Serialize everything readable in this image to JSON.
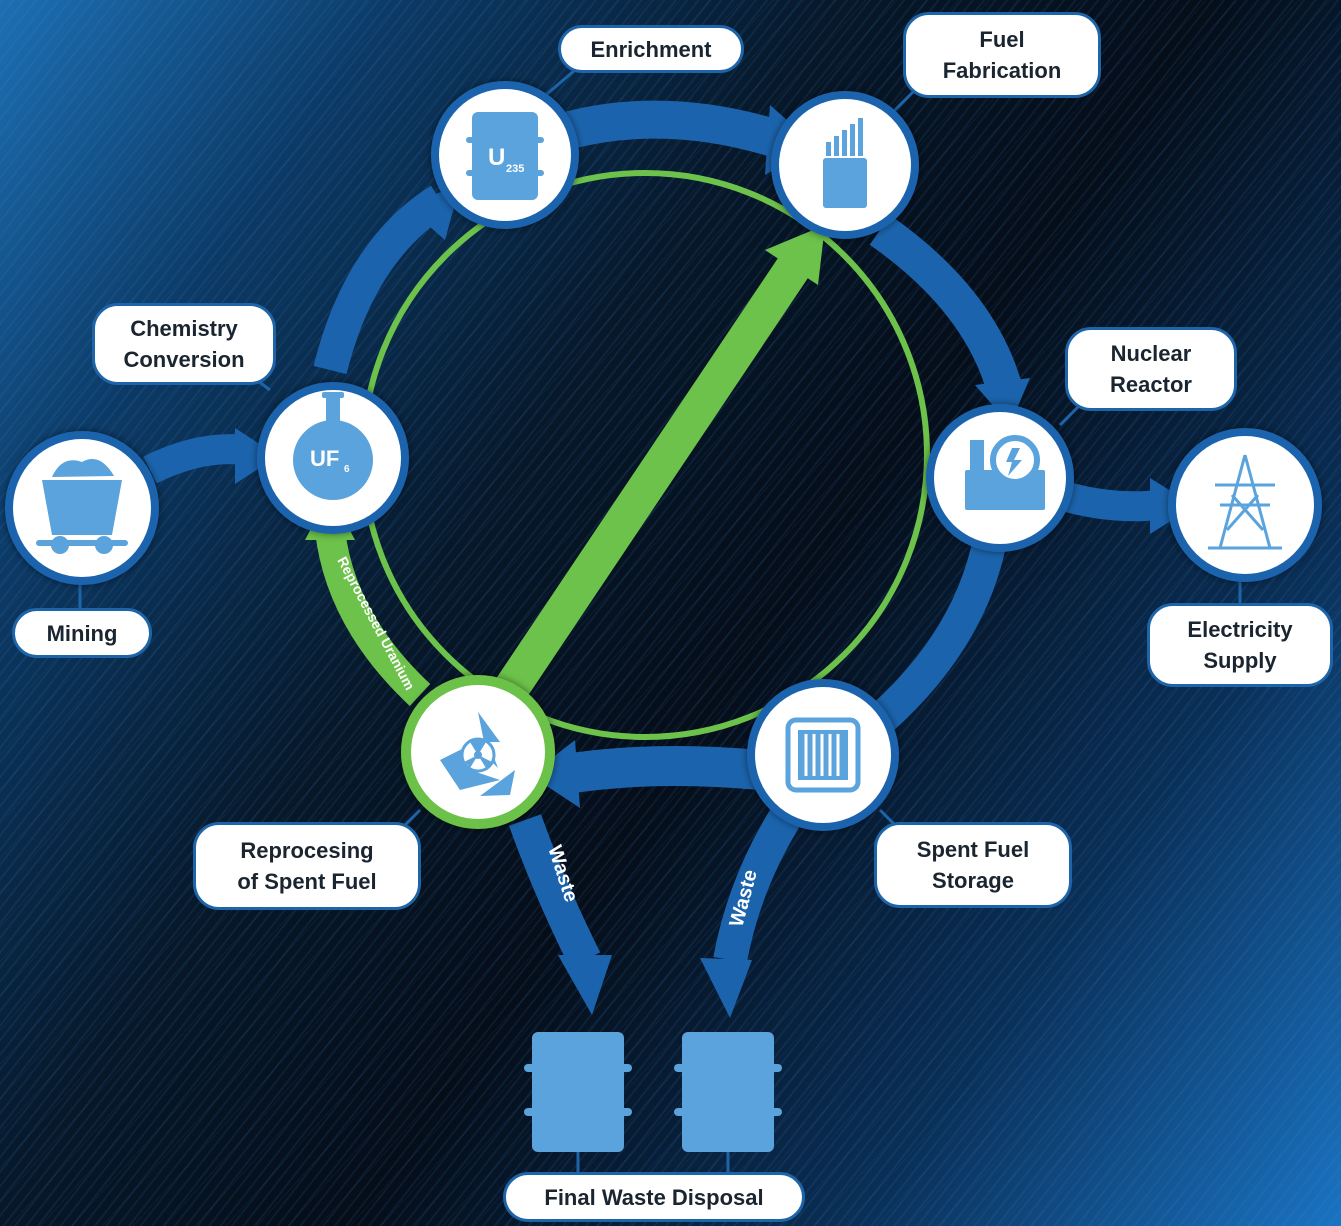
{
  "colors": {
    "cycle_blue": "#1b64ad",
    "icon_blue": "#5aa3dc",
    "recycle_green": "#6cc24a",
    "label_border": "#1d64a8"
  },
  "nodes": {
    "enrichment": {
      "label": "Enrichment",
      "icon": "u235-barrel-icon",
      "icon_text": "U",
      "icon_sub": "235"
    },
    "fuel_fabrication": {
      "label": "Fuel\nFabrication",
      "icon": "fuel-rods-icon"
    },
    "chemistry_conversion": {
      "label": "Chemistry\nConversion",
      "icon": "uf6-flask-icon",
      "icon_text": "UF",
      "icon_sub": "6"
    },
    "mining": {
      "label": "Mining",
      "icon": "mine-cart-icon"
    },
    "nuclear_reactor": {
      "label": "Nuclear\nReactor",
      "icon": "reactor-plant-icon"
    },
    "electricity_supply": {
      "label": "Electricity\nSupply",
      "icon": "power-tower-icon"
    },
    "reprocessing": {
      "label": "Reprocesing\nof Spent Fuel",
      "icon": "recycle-radiation-icon"
    },
    "spent_fuel_storage": {
      "label": "Spent Fuel\nStorage",
      "icon": "storage-rack-icon"
    },
    "final_waste_disposal": {
      "label": "Final Waste Disposal",
      "icon": "waste-barrel-icon"
    }
  },
  "arrows": {
    "reprocessed_uranium": "Reprocessed Uranium",
    "waste_left": "Waste",
    "waste_right": "Waste"
  }
}
